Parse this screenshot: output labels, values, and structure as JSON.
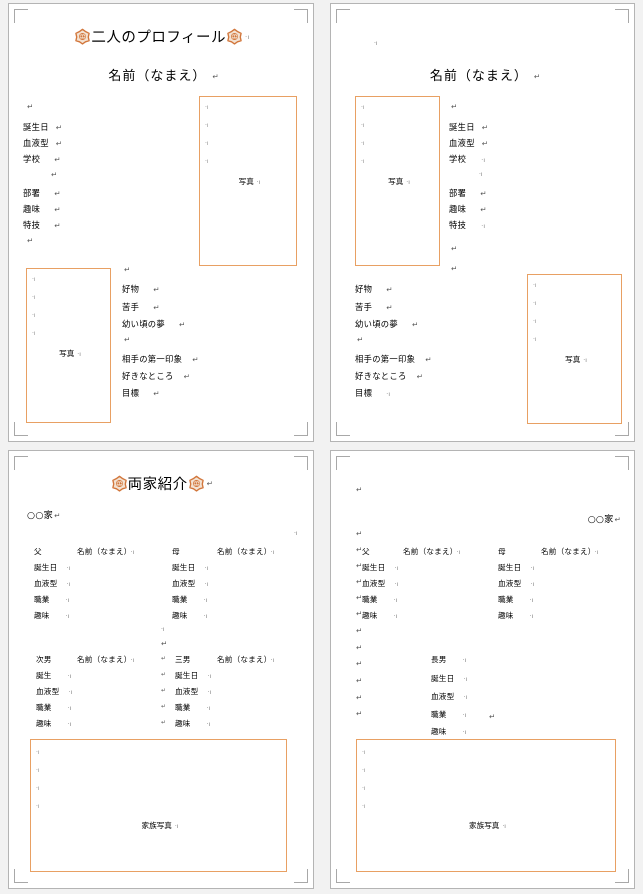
{
  "app": {
    "view": "print-layout",
    "accent_color": "#e8a063",
    "flower_fill": "#f0e0d0",
    "flower_stroke": "#d2763b",
    "page_background": "#ffffff",
    "canvas_background": "#f2f2f2",
    "page_border_color": "#b4b4b4"
  },
  "marks": {
    "pilcrow": "↵",
    "tiny": "·ı",
    "flower_icon": "plum-blossom-icon"
  },
  "pages": [
    {
      "id": "page-1",
      "title": "二人のプロフィール",
      "title_has_flowers": true,
      "subtitle": "名前（なまえ）",
      "photo_caption": "写真",
      "fields_upper": [
        "誕生日",
        "血液型",
        "学校",
        "",
        "部署",
        "趣味",
        "特技"
      ],
      "fields_lower": [
        "好物",
        "苦手",
        "幼い頃の夢",
        "",
        "相手の第一印象",
        "好きなところ",
        "目標"
      ]
    },
    {
      "id": "page-2",
      "title": "",
      "title_has_flowers": false,
      "subtitle": "名前（なまえ）",
      "photo_caption": "写真",
      "fields_upper": [
        "誕生日",
        "血液型",
        "学校",
        "",
        "部署",
        "趣味",
        "特技"
      ],
      "fields_lower": [
        "好物",
        "苦手",
        "幼い頃の夢",
        "",
        "相手の第一印象",
        "好きなところ",
        "目標"
      ]
    },
    {
      "id": "page-3",
      "title": "両家紹介",
      "title_has_flowers": true,
      "family_name": "○○家",
      "family_name_align": "left",
      "photo_caption": "家族写真",
      "name_value": "名前（なまえ）",
      "members": [
        {
          "role": "父",
          "name": "名前（なまえ）",
          "fields": [
            "誕生日",
            "血液型",
            "職業",
            "趣味"
          ]
        },
        {
          "role": "母",
          "name": "名前（なまえ）",
          "fields": [
            "誕生日",
            "血液型",
            "職業",
            "趣味"
          ]
        },
        {
          "role": "次男",
          "name": "名前（なまえ）",
          "fields": [
            "誕生",
            "血液型",
            "職業",
            "趣味"
          ]
        },
        {
          "role": "三男",
          "name": "名前（なまえ）",
          "fields": [
            "誕生日",
            "血液型",
            "職業",
            "趣味"
          ]
        }
      ]
    },
    {
      "id": "page-4",
      "title": "",
      "title_has_flowers": false,
      "family_name": "○○家",
      "family_name_align": "right",
      "photo_caption": "家族写真",
      "name_value": "名前（なまえ）",
      "members": [
        {
          "role": "父",
          "name": "名前（なまえ）",
          "fields": [
            "誕生日",
            "血液型",
            "職業",
            "趣味"
          ]
        },
        {
          "role": "母",
          "name": "名前（なまえ）",
          "fields": [
            "誕生日",
            "血液型",
            "職業",
            "趣味"
          ]
        },
        {
          "role": "長男",
          "name": "",
          "fields": [
            "誕生日",
            "血液型",
            "職業",
            "趣味"
          ]
        }
      ]
    }
  ]
}
